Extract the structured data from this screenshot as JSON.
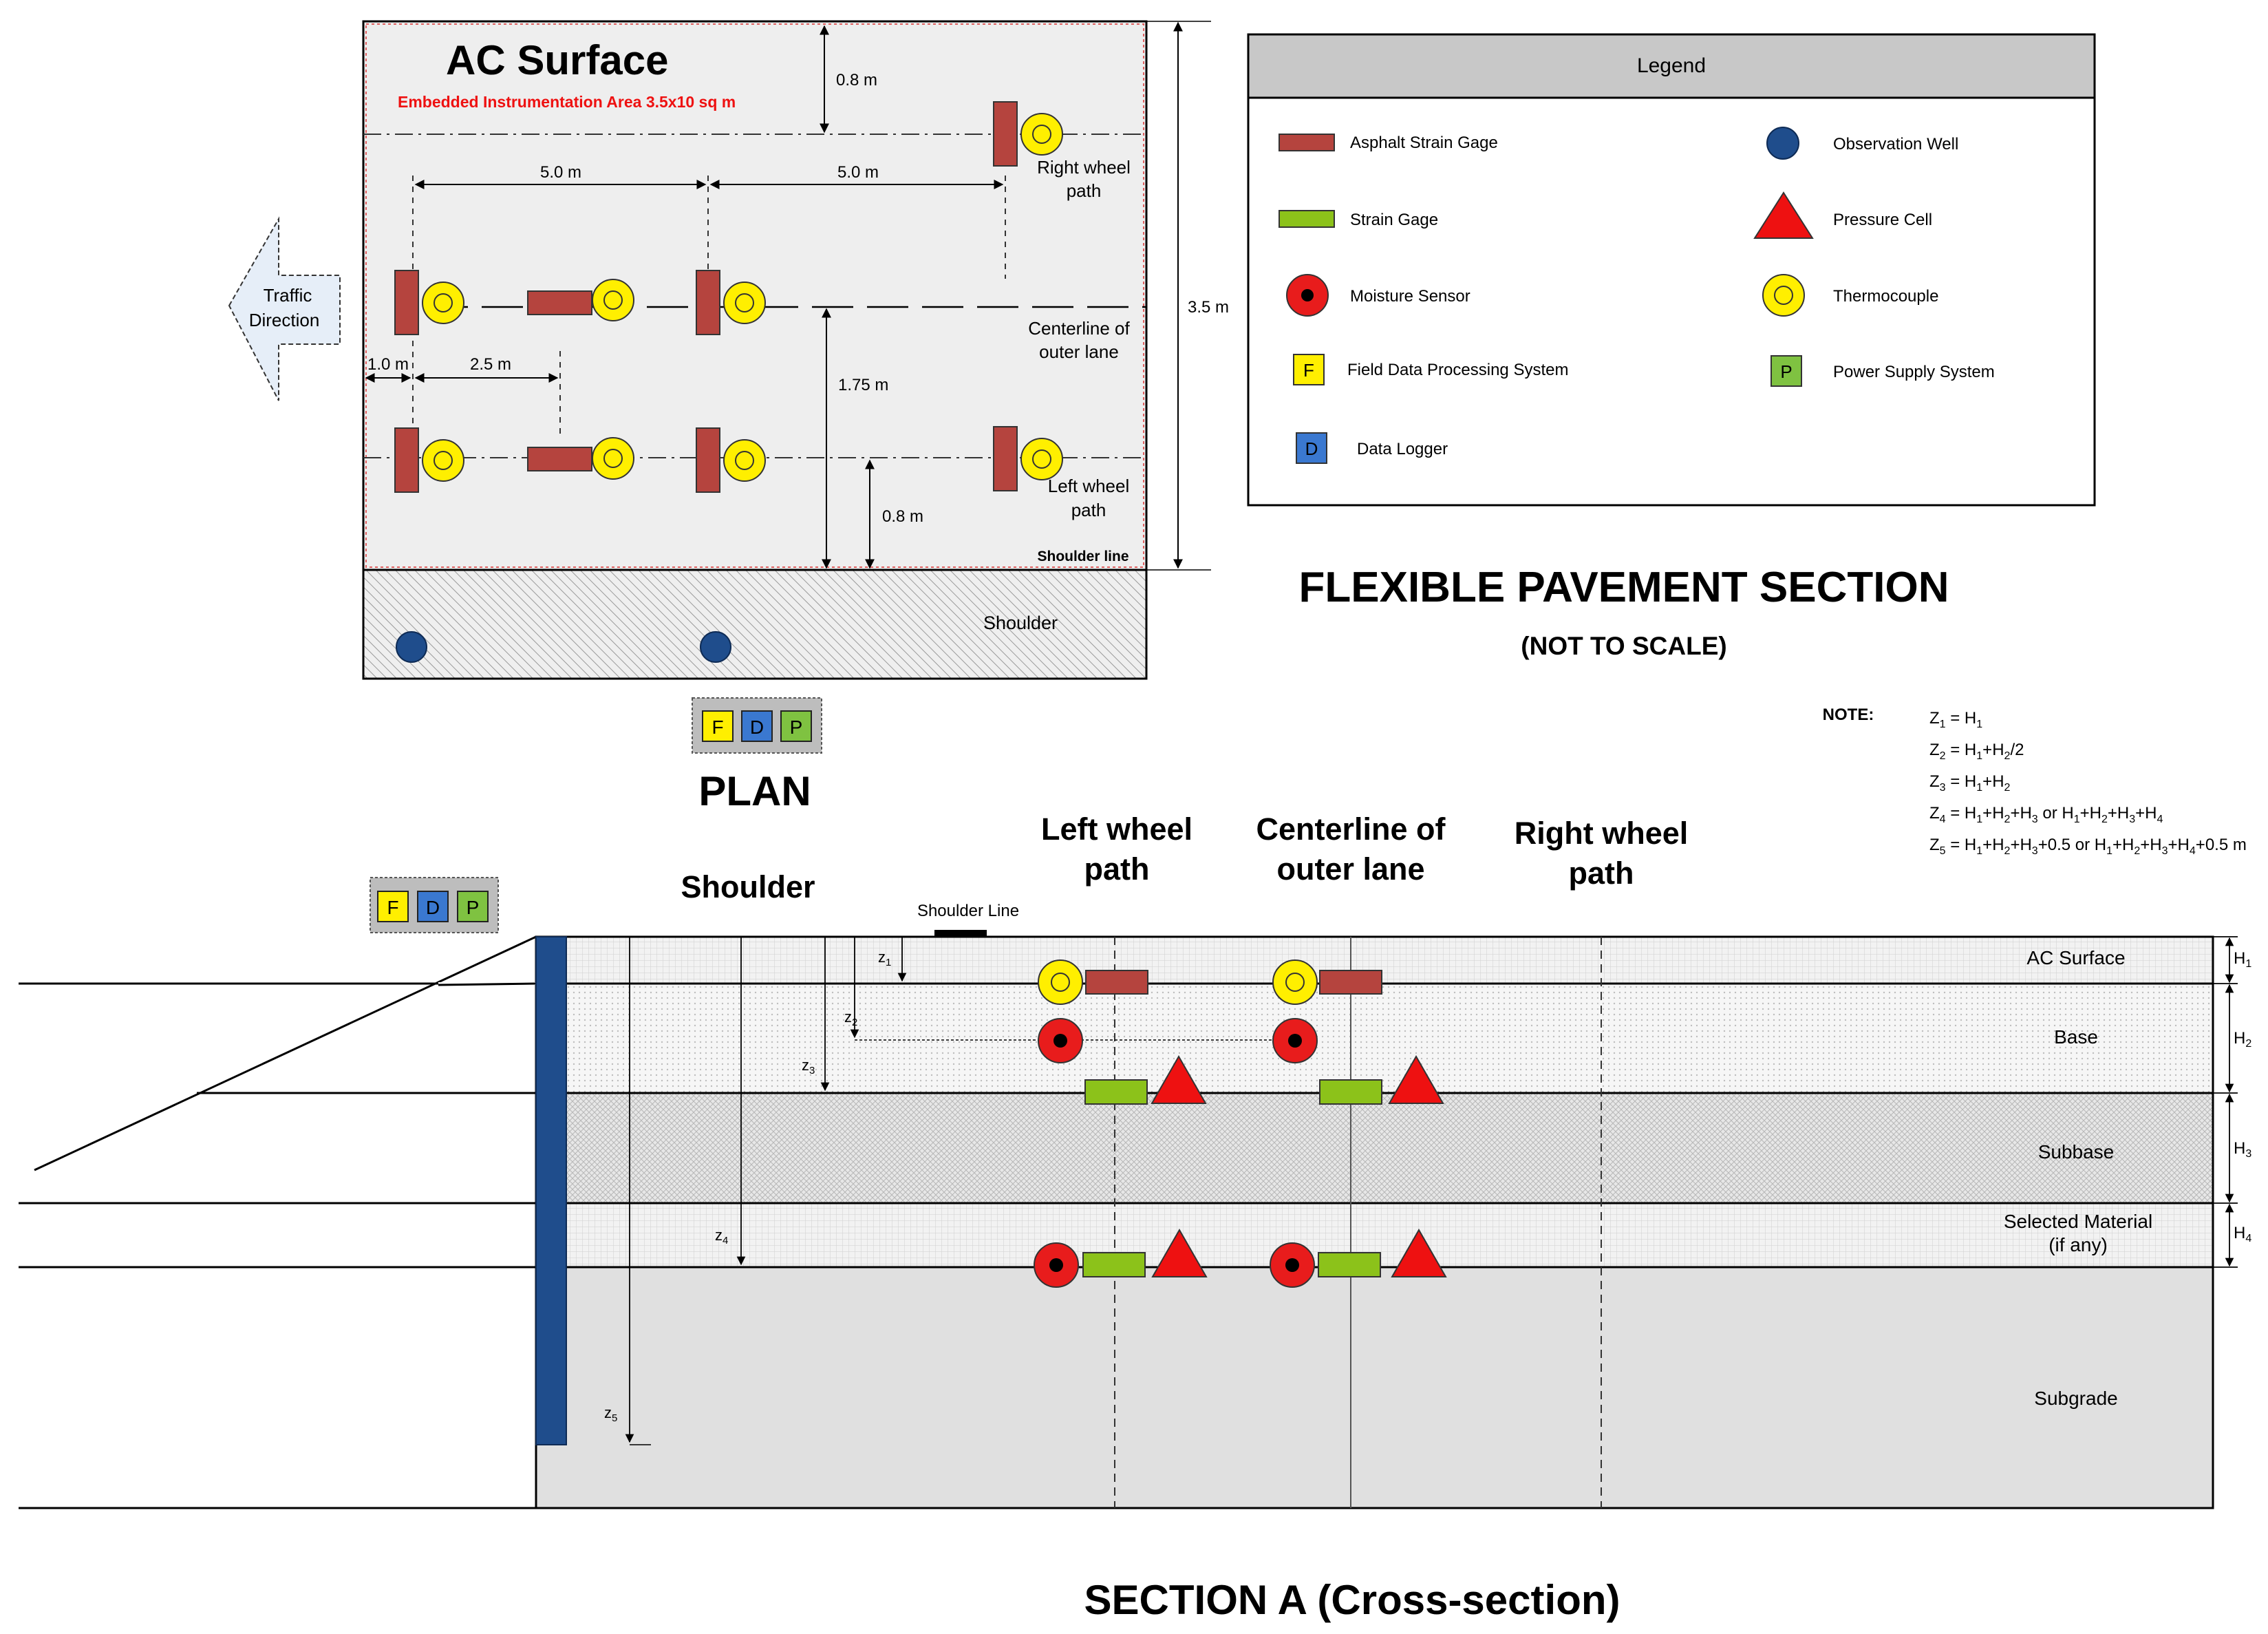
{
  "plan": {
    "surface_title": "AC Surface",
    "embedded_area": "Embedded Instrumentation Area 3.5x10 sq m",
    "dim_top_offset": "0.8 m",
    "dim_spacing_a": "5.0 m",
    "dim_spacing_b": "5.0 m",
    "dim_width": "3.5 m",
    "dim_centerline": "1.75 m",
    "dim_left_offset": "0.8 m",
    "dim_edge": "1.0 m",
    "dim_gauge_spacing": "2.5 m",
    "traffic_direction_line1": "Traffic",
    "traffic_direction_line2": "Direction",
    "right_wheel_path_line1": "Right wheel",
    "right_wheel_path_line2": "path",
    "centerline_line1": "Centerline of",
    "centerline_line2": "outer lane",
    "left_wheel_path_line1": "Left wheel",
    "left_wheel_path_line2": "path",
    "shoulder_line": "Shoulder line",
    "shoulder": "Shoulder",
    "title": "PLAN"
  },
  "boxes": {
    "f": "F",
    "d": "D",
    "p": "P"
  },
  "legend": {
    "title": "Legend",
    "items": [
      {
        "label": "Asphalt Strain Gage"
      },
      {
        "label": "Observation Well"
      },
      {
        "label": "Strain Gage"
      },
      {
        "label": "Pressure Cell"
      },
      {
        "label": "Moisture Sensor"
      },
      {
        "label": "Thermocouple"
      },
      {
        "label": "Field Data Processing System",
        "symbol_text": "F"
      },
      {
        "label": "Power Supply System",
        "symbol_text": "P"
      },
      {
        "label": "Data Logger",
        "symbol_text": "D"
      }
    ]
  },
  "heading": {
    "title": "FLEXIBLE PAVEMENT SECTION",
    "subtitle": "(NOT TO SCALE)"
  },
  "note": {
    "label": "NOTE:",
    "lines": [
      {
        "p": [
          "Z",
          "1",
          " = H",
          "1",
          "",
          "",
          "",
          "",
          "",
          "",
          "",
          "",
          "",
          "",
          ""
        ]
      },
      {
        "p": [
          "Z",
          "2",
          " = H",
          "1",
          "+H",
          "2",
          "/2",
          "",
          "",
          "",
          "",
          "",
          "",
          "",
          ""
        ]
      },
      {
        "p": [
          "Z",
          "3",
          " = H",
          "1",
          "+H",
          "2",
          "",
          "",
          "",
          "",
          "",
          "",
          "",
          "",
          ""
        ]
      },
      {
        "p": [
          "Z",
          "4",
          " = H",
          "1",
          "+H",
          "2",
          "+H",
          "3",
          " or H",
          "1",
          "+H",
          "2",
          "+H",
          "3",
          "+H"
        ],
        "tail": [
          "4",
          ""
        ]
      },
      {
        "p": [
          "Z",
          "5",
          " = H",
          "1",
          "+H",
          "2",
          "+H",
          "3",
          "+0.5 or H",
          "1",
          "+H",
          "2",
          "+H",
          "3",
          "+H"
        ],
        "tail": [
          "4",
          "+0.5 m"
        ]
      }
    ]
  },
  "section": {
    "shoulder": "Shoulder",
    "left_wheel_line1": "Left wheel",
    "left_wheel_line2": "path",
    "centerline_line1": "Centerline of",
    "centerline_line2": "outer lane",
    "right_wheel_line1": "Right wheel",
    "right_wheel_line2": "path",
    "shoulder_line": "Shoulder Line",
    "layers": {
      "ac": "AC Surface",
      "base": "Base",
      "subbase": "Subbase",
      "selected_line1": "Selected Material",
      "selected_line2": "(if any)",
      "subgrade": "Subgrade"
    },
    "h_labels": [
      {
        "t": "H",
        "s": "1"
      },
      {
        "t": "H",
        "s": "2"
      },
      {
        "t": "H",
        "s": "3"
      },
      {
        "t": "H",
        "s": "4"
      }
    ],
    "z_labels": [
      {
        "t": "z",
        "s": "1"
      },
      {
        "t": "z",
        "s": "2"
      },
      {
        "t": "z",
        "s": "3"
      },
      {
        "t": "z",
        "s": "4"
      },
      {
        "t": "z",
        "s": "5"
      }
    ],
    "title": "SECTION A (Cross-section)"
  },
  "colors": {
    "asphalt_gage": "#b5443e",
    "strain_gage": "#8cc21a",
    "moisture": "#e81c1c",
    "thermocouple": "#ffef00",
    "observation_well": "#1f4d8c",
    "pressure_cell": "#ee1111",
    "data_logger": "#3a78d0",
    "power_supply": "#7fc241",
    "legend_header": "#c8c8c8"
  }
}
